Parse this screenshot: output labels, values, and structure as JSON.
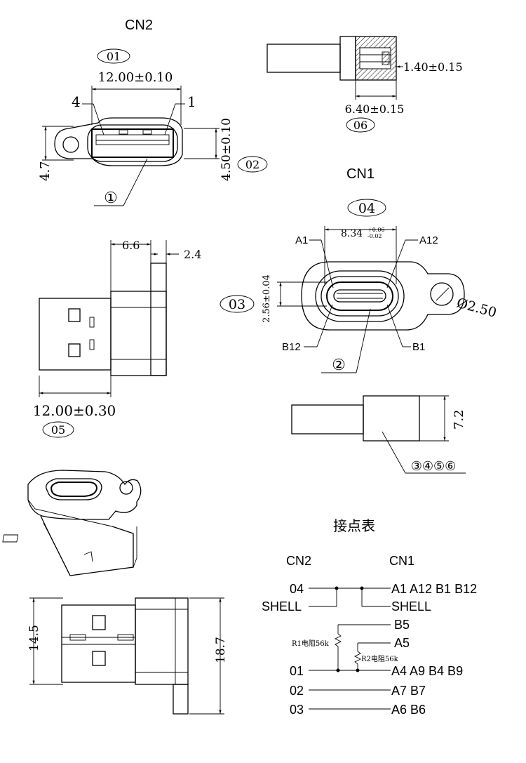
{
  "titles": {
    "cn2": "CN2",
    "cn1": "CN1",
    "contact_table": "接点表"
  },
  "callouts": {
    "c01": "01",
    "c02": "02",
    "c03": "03",
    "c04": "04",
    "c05": "05",
    "c06": "06",
    "circ1": "①",
    "circ2": "②",
    "circ3456": "③④⑤⑥"
  },
  "dims": {
    "cn2_width": "12.00±0.10",
    "cn2_height": "4.50±0.10",
    "cn2_total_h": "4.7",
    "pin4": "4",
    "pin1": "1",
    "side_thick": "1.40±0.15",
    "side_depth": "6.40±0.15",
    "cn1_width": "8.34",
    "cn1_width_tol_up": "+0.06",
    "cn1_width_tol_dn": "-0.02",
    "cn1_height": "2.56±0.04",
    "hole_dia": "Ø2.50",
    "plug_66": "6.6",
    "plug_24": "2.4",
    "plug_len": "12.00±0.30",
    "side_72": "7.2",
    "bottom_145": "14.5",
    "bottom_187": "18.7",
    "pinA1": "A1",
    "pinA12": "A12",
    "pinB12": "B12",
    "pinB1": "B1"
  },
  "wiring": {
    "header_cn2": "CN2",
    "header_cn1": "CN1",
    "l04": "04",
    "r04": "A1 A12 B1 B12",
    "lshell": "SHELL",
    "rshell": "SHELL",
    "rb5": "B5",
    "ra5": "A5",
    "r1": "R1电阻56k",
    "r2": "R2电阻56k",
    "l01": "01",
    "r01": "A4 A9 B4 B9",
    "l02": "02",
    "r02": "A7  B7",
    "l03": "03",
    "r03": "A6  B6"
  }
}
